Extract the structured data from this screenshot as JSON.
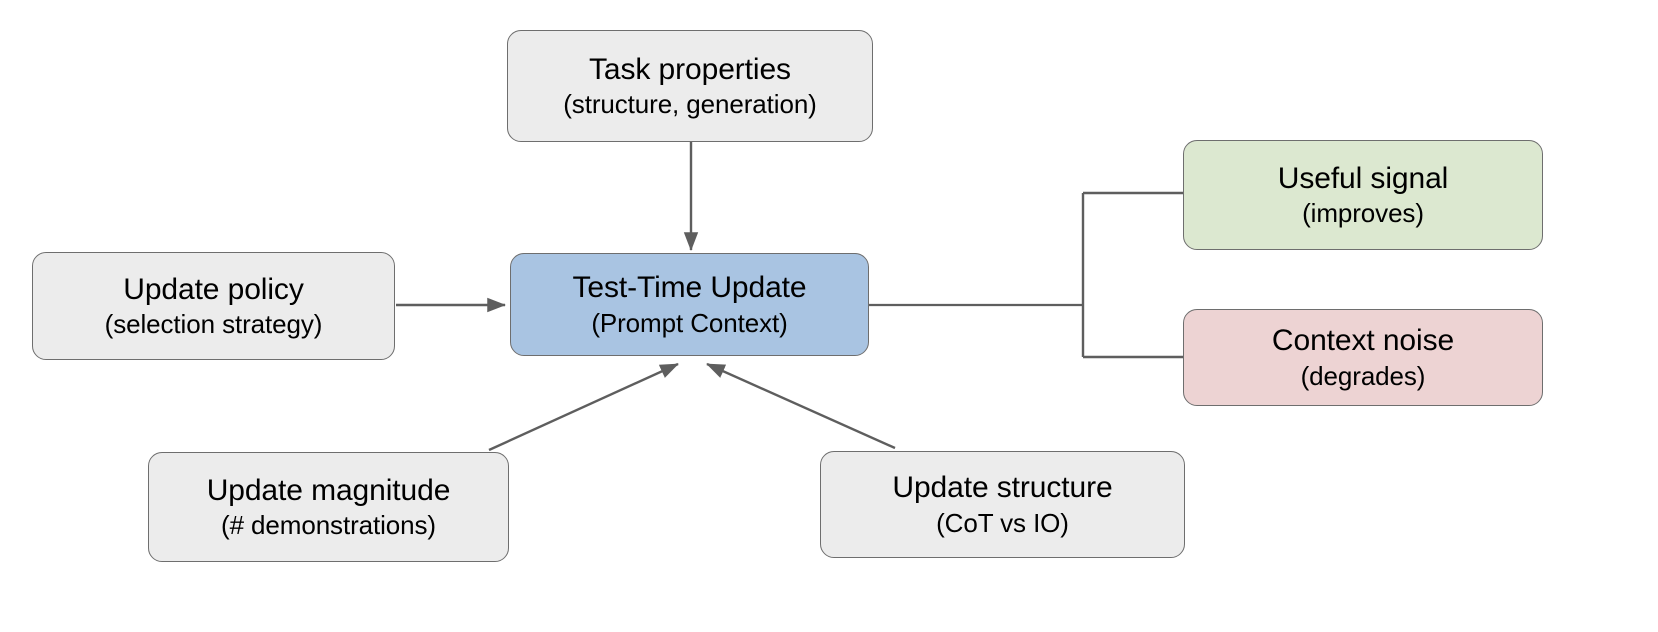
{
  "diagram": {
    "title": "Test-Time Update (Prompt Context) factor diagram",
    "colors": {
      "input_fill": "#ECECEC",
      "center_fill": "#A9C4E2",
      "positive_fill": "#DCE8D0",
      "negative_fill": "#EDD3D3",
      "stroke": "#6E6E6E",
      "background": "#FFFFFF",
      "text": "#000000"
    },
    "nodes": [
      {
        "id": "task-properties",
        "title": "Task properties",
        "sub": "(structure, generation)",
        "style": "gray"
      },
      {
        "id": "update-policy",
        "title": "Update policy",
        "sub": "(selection strategy)",
        "style": "gray"
      },
      {
        "id": "test-time-update",
        "title": "Test-Time Update",
        "sub": "(Prompt Context)",
        "style": "blue"
      },
      {
        "id": "update-magnitude",
        "title": "Update magnitude",
        "sub": "(# demonstrations)",
        "style": "gray"
      },
      {
        "id": "update-structure",
        "title": "Update structure",
        "sub": "(CoT vs IO)",
        "style": "gray"
      },
      {
        "id": "useful-signal",
        "title": "Useful signal",
        "sub": "(improves)",
        "style": "green"
      },
      {
        "id": "context-noise",
        "title": "Context noise",
        "sub": "(degrades)",
        "style": "pink"
      }
    ],
    "edges": [
      {
        "id": "task-properties-to-center",
        "from": "task-properties",
        "to": "test-time-update",
        "kind": "arrow-down"
      },
      {
        "id": "update-policy-to-center",
        "from": "update-policy",
        "to": "test-time-update",
        "kind": "arrow-right"
      },
      {
        "id": "update-magnitude-to-center",
        "from": "update-magnitude",
        "to": "test-time-update",
        "kind": "arrow-diagonal-up-right"
      },
      {
        "id": "update-structure-to-center",
        "from": "update-structure",
        "to": "test-time-update",
        "kind": "arrow-diagonal-up-left"
      },
      {
        "id": "center-to-useful-signal",
        "from": "test-time-update",
        "to": "useful-signal",
        "kind": "arrow-branch-up"
      },
      {
        "id": "center-to-context-noise",
        "from": "test-time-update",
        "to": "context-noise",
        "kind": "arrow-branch-down"
      }
    ]
  }
}
